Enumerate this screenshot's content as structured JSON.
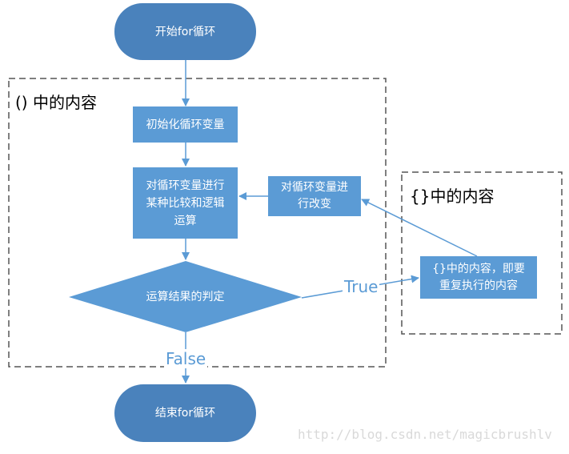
{
  "colors": {
    "node_fill": "#5b9bd5",
    "terminal_fill": "#4a82bc",
    "arrow": "#5b9bd5",
    "edge_label": "#5b9bd5",
    "group_border": "#555555"
  },
  "diagram": {
    "nodes": {
      "start": "开始for循环",
      "init": "初始化循环变量",
      "compare": "对循环变量进行\n某种比较和逻辑\n运算",
      "judge": "运算结果的判定",
      "update": "对循环变量进\n行改变",
      "body": "{}中的内容，即要\n重复执行的内容",
      "end": "结束for循环"
    },
    "groups": {
      "paren": "() 中的内容",
      "brace": "{}中的内容"
    },
    "edges": {
      "true_label": "True",
      "false_label": "False"
    }
  },
  "watermark": "http://blog.csdn.net/magicbrushlv"
}
